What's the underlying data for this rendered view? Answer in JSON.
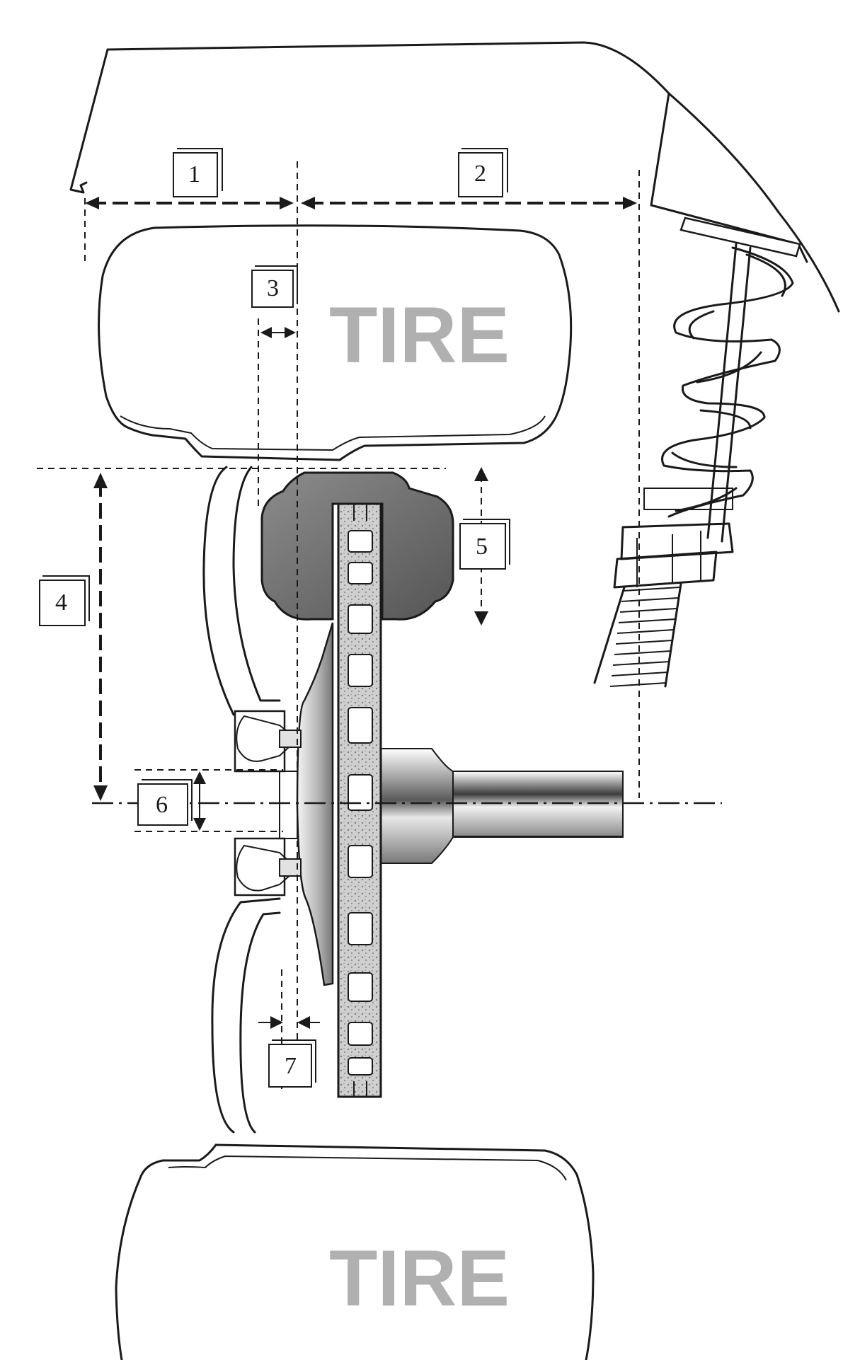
{
  "labels": {
    "tire_top": "TIRE",
    "tire_bottom": "TIRE"
  },
  "callouts": [
    "1",
    "2",
    "3",
    "4",
    "5",
    "6",
    "7"
  ],
  "colors": {
    "line": "#1a1a1a",
    "tire_text": "#b0b0b0",
    "caliper": "#6e6e6e",
    "rotor_fill": "#c9c9c9",
    "hub": "#9a9a9a"
  }
}
